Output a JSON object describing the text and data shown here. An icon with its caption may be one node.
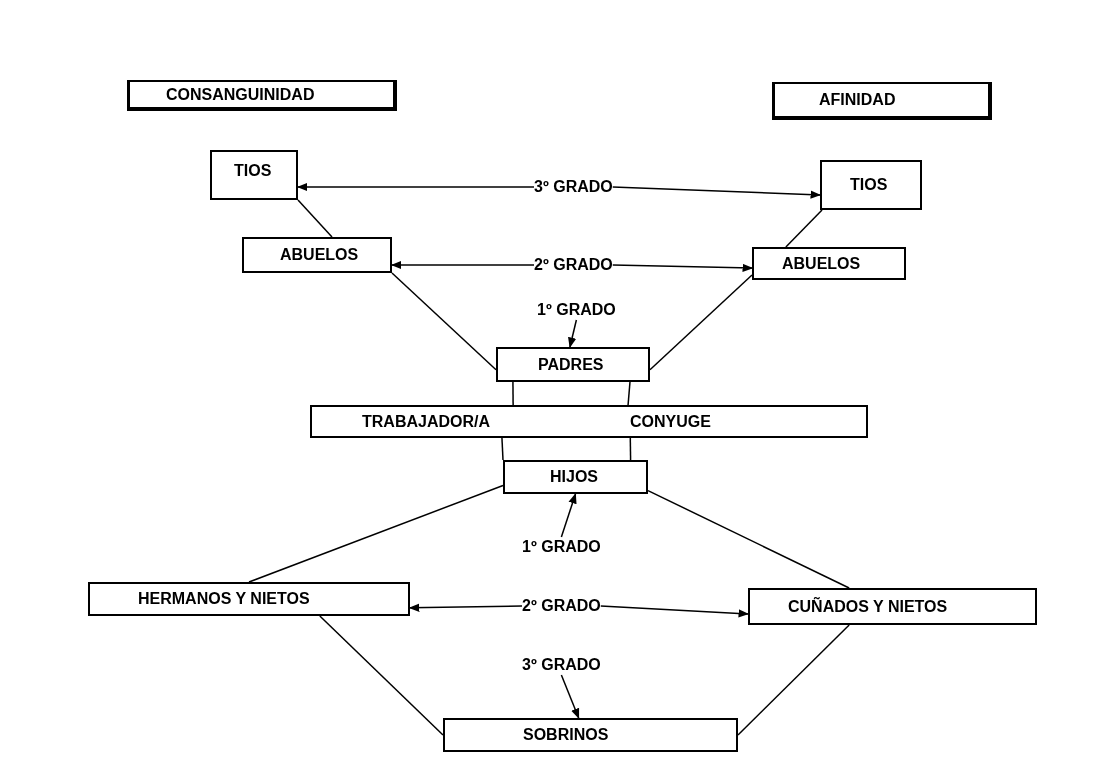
{
  "diagram": {
    "nodes": [
      {
        "text": [
          "CONSANGUINIDAD"
        ]
      },
      {
        "text": [
          "AFINIDAD"
        ]
      },
      {
        "text": [
          "TIOS"
        ]
      },
      {
        "text": [
          "3º GRADO"
        ]
      },
      {
        "text": [
          "TIOS"
        ]
      },
      {
        "text": [
          "ABUELOS"
        ]
      },
      {
        "text": [
          "2º GRADO"
        ]
      },
      {
        "text": [
          "ABUELOS"
        ]
      },
      {
        "text": [
          "1º GRADO"
        ]
      },
      {
        "text": [
          "PADRES"
        ]
      },
      {
        "text": [
          "TRABAJADOR/A",
          "CONYUGE"
        ]
      },
      {
        "text": [
          "HIJOS"
        ]
      },
      {
        "text": [
          "1º GRADO"
        ]
      },
      {
        "text": [
          "HERMANOS Y  NIETOS"
        ]
      },
      {
        "text": [
          "2º GRADO"
        ]
      },
      {
        "text": [
          "CUÑADOS Y NIETOS"
        ]
      },
      {
        "text": [
          "3º GRADO"
        ]
      },
      {
        "text": [
          "SOBRINOS"
        ]
      }
    ],
    "edges": [
      {
        "from": 3,
        "to": 2,
        "arrow": "to"
      },
      {
        "from": 3,
        "to": 4,
        "arrow": "to"
      },
      {
        "from": 2,
        "to": 5,
        "arrow": "none"
      },
      {
        "from": 4,
        "to": 7,
        "arrow": "none"
      },
      {
        "from": 6,
        "to": 5,
        "arrow": "to"
      },
      {
        "from": 6,
        "to": 7,
        "arrow": "to"
      },
      {
        "from": 5,
        "to": 9,
        "arrow": "none"
      },
      {
        "from": 7,
        "to": 9,
        "arrow": "none"
      },
      {
        "from": 8,
        "to": 9,
        "arrow": "to"
      },
      {
        "from": 9,
        "to": 10,
        "arrow": "none"
      },
      {
        "from": 9,
        "to": 10,
        "arrow": "none"
      },
      {
        "from": 10,
        "to": 11,
        "arrow": "none"
      },
      {
        "from": 10,
        "to": 11,
        "arrow": "none"
      },
      {
        "from": 12,
        "to": 11,
        "arrow": "to"
      },
      {
        "from": 11,
        "to": 13,
        "arrow": "none"
      },
      {
        "from": 11,
        "to": 15,
        "arrow": "none"
      },
      {
        "from": 14,
        "to": 13,
        "arrow": "to"
      },
      {
        "from": 14,
        "to": 15,
        "arrow": "to"
      },
      {
        "from": 13,
        "to": 17,
        "arrow": "none"
      },
      {
        "from": 15,
        "to": 17,
        "arrow": "none"
      },
      {
        "from": 16,
        "to": 17,
        "arrow": "to"
      }
    ]
  }
}
